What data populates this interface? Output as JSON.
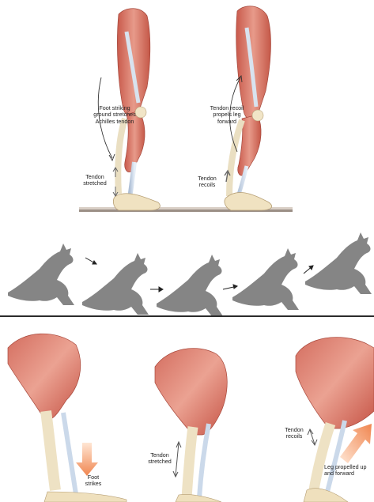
{
  "top_panel": {
    "left_leg": {
      "annotation": "Foot striking\nground stretches\nAchilles tendon",
      "tendon_label": "Tendon\nstretched"
    },
    "right_leg": {
      "annotation": "Tendon recoil\npropels leg\nforward",
      "tendon_label": "Tendon\nrecoils"
    }
  },
  "middle_panel": {
    "kangaroo_count": 5,
    "arrow_count": 4,
    "silhouette_color": "#858585"
  },
  "bottom_panel": {
    "stage_1": {
      "label": "Foot\nstrikes"
    },
    "stage_2": {
      "label": "Tendon\nstretched"
    },
    "stage_3": {
      "tendon_label": "Tendon\nrecoils",
      "label": "Leg propelled up\nand forward"
    }
  },
  "colors": {
    "muscle": "#e0897a",
    "muscle_dark": "#c5574a",
    "tendon": "#cfdcec",
    "bone": "#efe0bd",
    "arrow_orange": "#f0a072",
    "divider": "#2b2b2b"
  }
}
